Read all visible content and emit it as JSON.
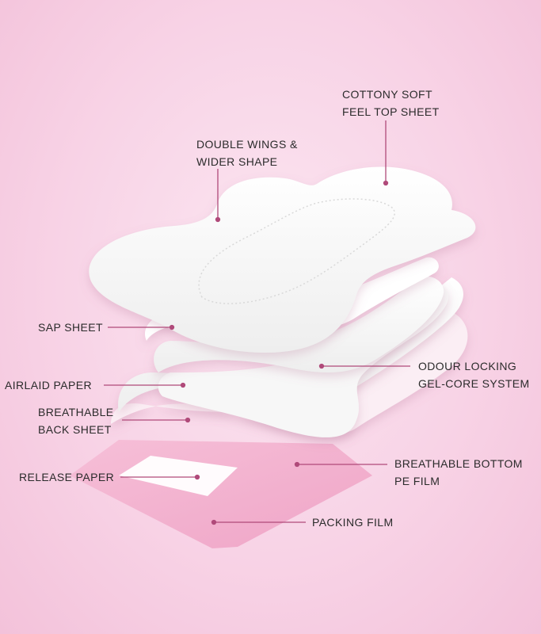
{
  "colors": {
    "background": "#f8d3e6",
    "leader_line": "#b04a7a",
    "pad_white": "#ffffff",
    "packing_film": "#f2a9c9"
  },
  "labels": {
    "cottony_soft": {
      "line1": "COTTONY SOFT",
      "line2": "FEEL TOP SHEET"
    },
    "double_wings": {
      "line1": "DOUBLE WINGS &",
      "line2": "WIDER SHAPE"
    },
    "sap_sheet": {
      "line1": "SAP SHEET"
    },
    "odour_locking": {
      "line1": "ODOUR LOCKING",
      "line2": "GEL-CORE SYSTEM"
    },
    "airlaid_paper": {
      "line1": "AIRLAID PAPER"
    },
    "breathable_back": {
      "line1": "BREATHABLE",
      "line2": "BACK SHEET"
    },
    "breathable_bottom": {
      "line1": "BREATHABLE BOTTOM",
      "line2": "PE FILM"
    },
    "release_paper": {
      "line1": "RELEASE PAPER"
    },
    "packing_film": {
      "line1": "PACKING FILM"
    }
  }
}
